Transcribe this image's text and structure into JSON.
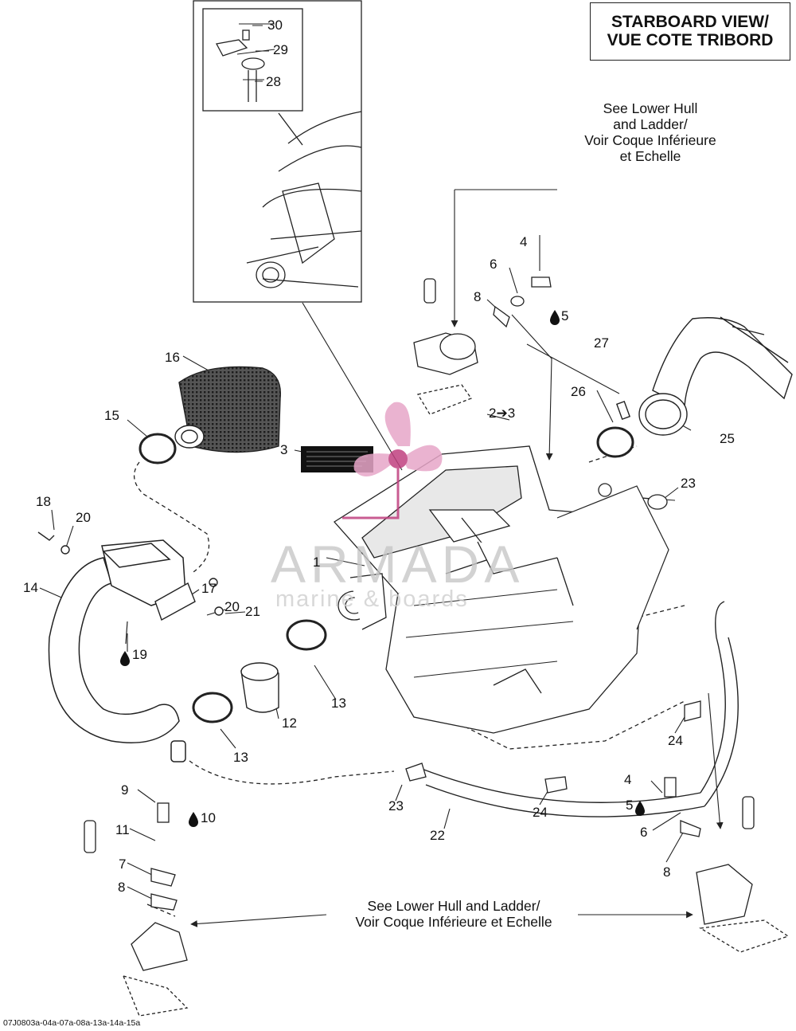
{
  "title": {
    "line1": "STARBOARD VIEW/",
    "line2": "VUE COTE TRIBORD"
  },
  "note_top": {
    "line1": "See Lower Hull",
    "line2": "and Ladder/",
    "line3": "Voir Coque Inférieure",
    "line4": "et Echelle"
  },
  "note_bottom": {
    "line1": "See Lower Hull and Ladder/",
    "line2": "Voir Coque Inférieure et Echelle"
  },
  "watermark": {
    "brand": "ARMADA",
    "sub": "marine & boards"
  },
  "footer_code": "07J0803a-04a-07a-08a-13a-14a-15a",
  "callouts": {
    "c30": "30",
    "c29": "29",
    "c28": "28",
    "c4a": "4",
    "c6a": "6",
    "c8a": "8",
    "c5a": "5",
    "c16": "16",
    "c15": "15",
    "c2to3": "2➔3",
    "c3": "3",
    "c27": "27",
    "c26": "26",
    "c25": "25",
    "c23a": "23",
    "c18": "18",
    "c20a": "20",
    "c1": "1",
    "c14": "14",
    "c17": "17",
    "c20b": "20",
    "c21": "21",
    "c19": "19",
    "c13a": "13",
    "c12": "12",
    "c13b": "13",
    "c24a": "24",
    "c23b": "23",
    "c24b": "24",
    "c22": "22",
    "c4b": "4",
    "c5b": "5",
    "c6b": "6",
    "c8b": "8",
    "c9": "9",
    "c10": "10",
    "c11": "11",
    "c7": "7",
    "c8c": "8"
  },
  "icons": {
    "drop": "lubricant-drop-icon",
    "arrow": "reference-arrow-icon"
  },
  "colors": {
    "line": "#222222",
    "watermark_grey": "#c7c7c7",
    "watermark_pink": "#e7a6c8",
    "watermark_pink_dark": "#c0407f"
  }
}
